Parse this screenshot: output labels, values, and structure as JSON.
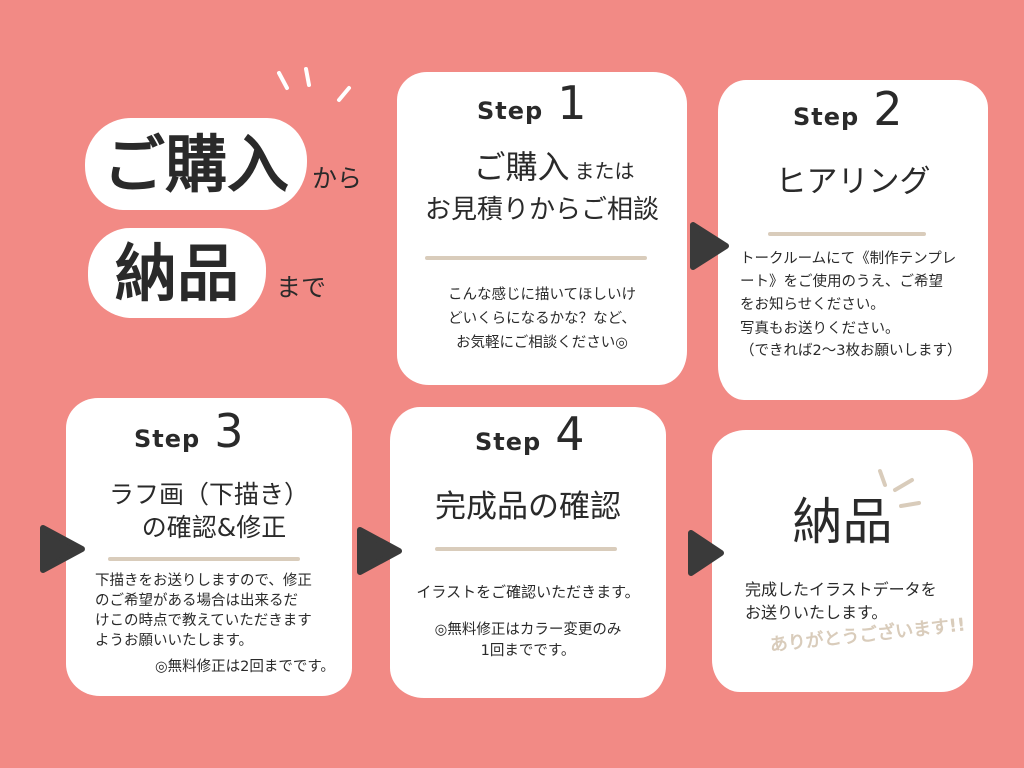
{
  "colors": {
    "background": "#F28A85",
    "card": "#FFFFFF",
    "arrow": "#3A3A3A",
    "divider": "#D9CCBB",
    "text": "#2A2A2A",
    "accent_beige": "#D9CCBB"
  },
  "icons": {
    "flow_arrow": "arrow-right-icon",
    "title_decoration": "sparkle-lines-icon",
    "delivery_decoration": "sparkle-lines-icon"
  },
  "title": {
    "line1": {
      "main": "ご購入",
      "suffix": "から"
    },
    "line2": {
      "main": "納品",
      "suffix": "まで"
    }
  },
  "steps": [
    {
      "word": "Step",
      "number": "1",
      "heading": {
        "main": "ご購入",
        "suffix": "または",
        "line2": "お見積りからご相談"
      },
      "body": [
        "こんな感じに描いてほしいけ",
        "どいくらになるかな？など、",
        "お気軽にご相談ください◎"
      ]
    },
    {
      "word": "Step",
      "number": "2",
      "heading": {
        "line1": "ヒアリング"
      },
      "body": [
        "トークルームにて《制作テンプレ",
        "ート》をご使用のうえ、ご希望",
        "をお知らせください。",
        "写真もお送りください。",
        "（できれば2〜3枚お願いします）"
      ]
    },
    {
      "word": "Step",
      "number": "3",
      "heading": {
        "line1": "ラフ画（下描き）",
        "line2": "の確認&修正"
      },
      "body": [
        "下描きをお送りしますので、修正",
        "のご希望がある場合は出来るだ",
        "けこの時点で教えていただきます",
        "ようお願いいたします。"
      ],
      "note": [
        "◎無料修正は2回までです。"
      ]
    },
    {
      "word": "Step",
      "number": "4",
      "heading": {
        "line1": "完成品の確認"
      },
      "body": [
        "イラストをご確認いただきます。"
      ],
      "note": [
        "◎無料修正はカラー変更のみ",
        "1回までです。"
      ]
    }
  ],
  "delivery": {
    "heading": "納品",
    "body": [
      "完成したイラストデータを",
      "お送りいたします。"
    ],
    "thanks": "ありがとうございます!!"
  }
}
